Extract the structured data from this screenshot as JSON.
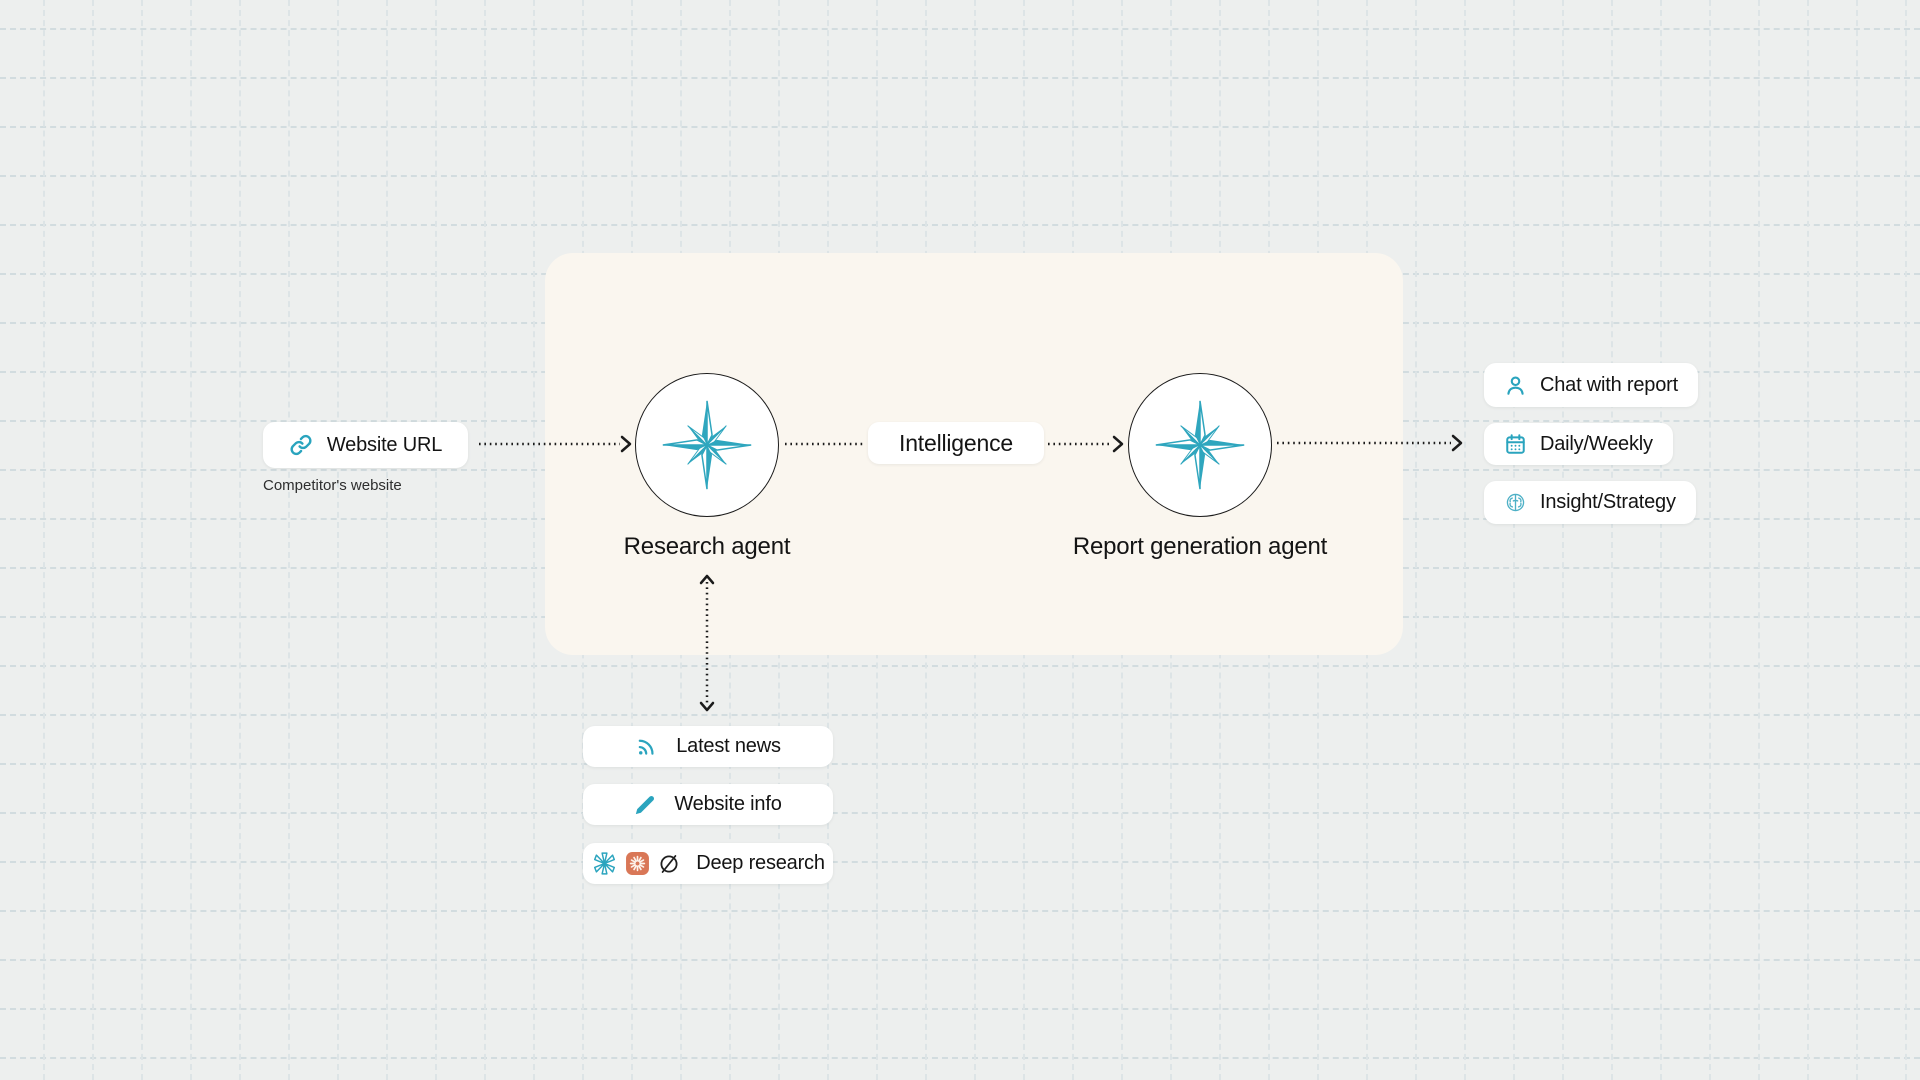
{
  "colors": {
    "background": "#edefee",
    "grid_dash": "#d2dcdf",
    "panel_cream": "#faf6ef",
    "accent_teal": "#2aa4be",
    "claude_orange": "#d97757",
    "text_dark": "#141414",
    "arrow_dark": "#1b1b1b"
  },
  "input": {
    "label": "Website URL",
    "caption": "Competitor's website",
    "icon": "link-icon"
  },
  "agents": [
    {
      "label": "Research agent",
      "icon": "compass-star-icon"
    },
    {
      "label": "Report generation agent",
      "icon": "compass-star-icon"
    }
  ],
  "flow": {
    "intelligence_label": "Intelligence"
  },
  "outputs": {
    "items": [
      {
        "label": "Chat with report",
        "icon": "user-icon"
      },
      {
        "label": "Daily/Weekly",
        "icon": "calendar-icon"
      },
      {
        "label": "Insight/Strategy",
        "icon": "brain-icon"
      }
    ]
  },
  "tools": {
    "items": [
      {
        "label": "Latest news",
        "icon": "rss-icon"
      },
      {
        "label": "Website info",
        "icon": "pencil-icon"
      },
      {
        "label": "Deep research",
        "icons": [
          "starburst-outline-icon",
          "claude-icon",
          "compass-icon"
        ]
      }
    ]
  }
}
